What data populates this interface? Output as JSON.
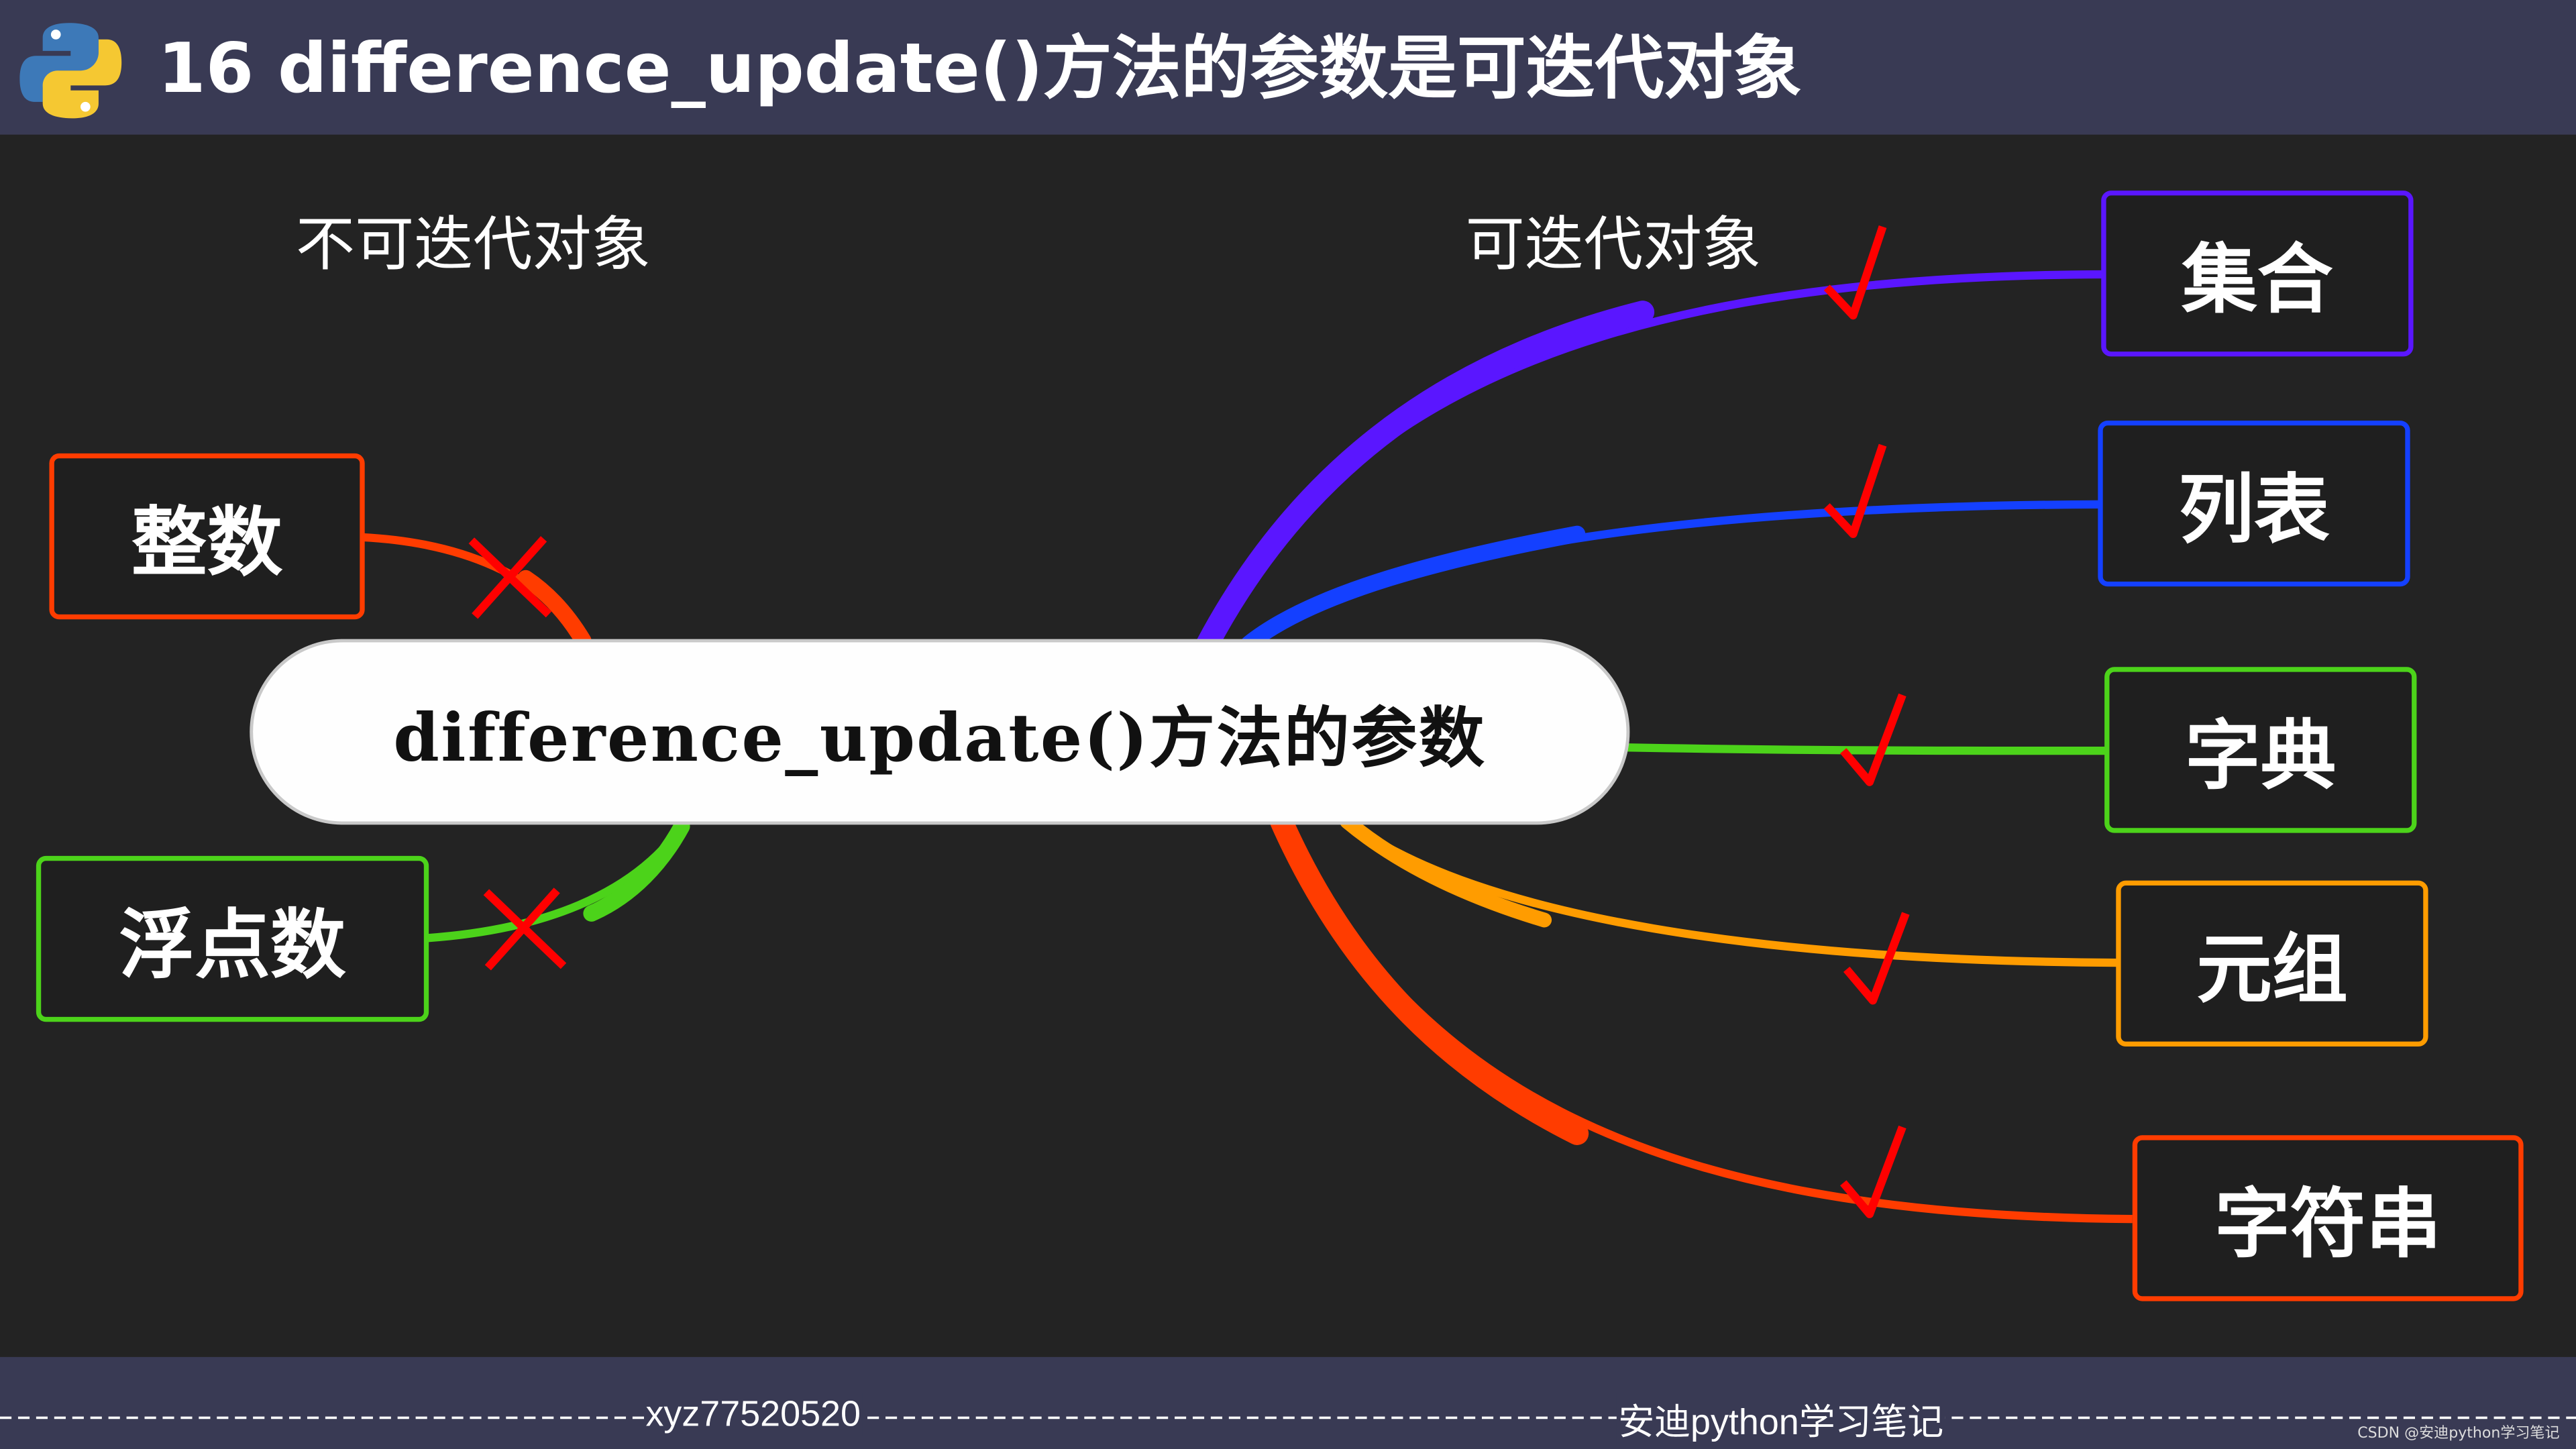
{
  "header": {
    "title": "16 difference_update()方法的参数是可迭代对象",
    "logo_icon": "python-logo-icon"
  },
  "diagram": {
    "left_heading": "不可迭代对象",
    "right_heading": "可迭代对象",
    "center": "difference_update()方法的参数",
    "non_iterable": [
      {
        "label": "整数",
        "color": "#ff3c00",
        "mark": "cross"
      },
      {
        "label": "浮点数",
        "color": "#4cd31a",
        "mark": "cross"
      }
    ],
    "iterable": [
      {
        "label": "集合",
        "color": "#5a16ff",
        "mark": "check"
      },
      {
        "label": "列表",
        "color": "#1440ff",
        "mark": "check"
      },
      {
        "label": "字典",
        "color": "#4cd31a",
        "mark": "check"
      },
      {
        "label": "元组",
        "color": "#ff9c00",
        "mark": "check"
      },
      {
        "label": "字符串",
        "color": "#ff3c00",
        "mark": "check"
      }
    ],
    "mark_color": "#ff0000"
  },
  "footer": {
    "left_text": "xyz77520520",
    "right_text": "安迪python学习笔记",
    "watermark": "CSDN @安迪python学习笔记"
  },
  "colors": {
    "background": "#232323",
    "bar": "#393a54",
    "pill": "#fefefe"
  }
}
